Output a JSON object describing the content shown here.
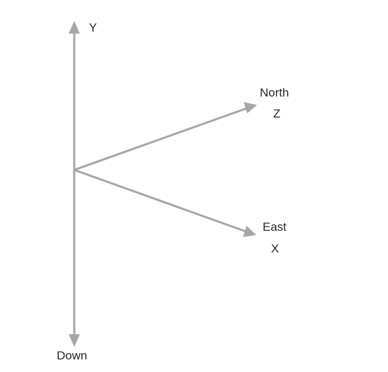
{
  "diagram": {
    "line_color": "#a6a6a6",
    "text_color": "#262626",
    "axes": {
      "y_up": {
        "label": "Y"
      },
      "y_down": {
        "label": "Down"
      },
      "z": {
        "label": "North",
        "sublabel": "Z"
      },
      "x": {
        "label": "East",
        "sublabel": "X"
      }
    }
  }
}
